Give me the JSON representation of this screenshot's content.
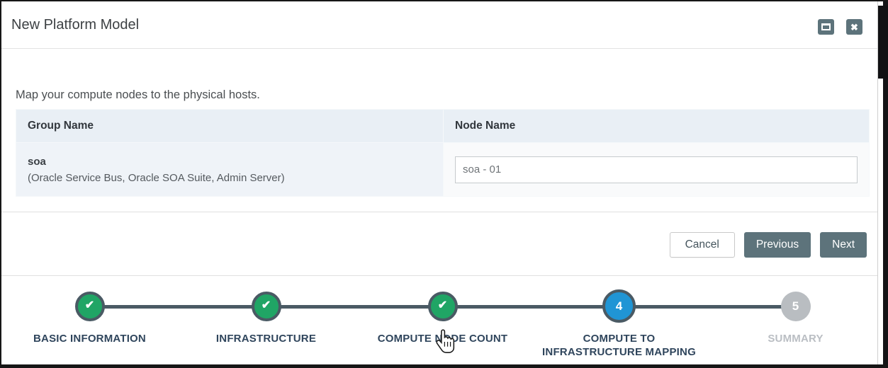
{
  "window": {
    "title": "New Platform Model",
    "restore_icon": "restore-window",
    "close_icon": "close-window",
    "close_glyph": "✖"
  },
  "content": {
    "instruction": "Map your compute nodes to the physical hosts.",
    "table": {
      "columns": [
        "Group Name",
        "Node Name"
      ],
      "rows": [
        {
          "group_name": "soa",
          "group_detail": "(Oracle Service Bus, Oracle SOA Suite, Admin Server)",
          "node_name_value": "soa - 01"
        }
      ]
    }
  },
  "footer": {
    "cancel_label": "Cancel",
    "previous_label": "Previous",
    "next_label": "Next"
  },
  "wizard": {
    "check_glyph": "✔",
    "steps": [
      {
        "label": "BASIC INFORMATION",
        "state": "completed"
      },
      {
        "label": "INFRASTRUCTURE",
        "state": "completed"
      },
      {
        "label": "COMPUTE NODE COUNT",
        "state": "completed"
      },
      {
        "label": "COMPUTE TO INFRASTRUCTURE MAPPING",
        "number": "4",
        "state": "active"
      },
      {
        "label": "SUMMARY",
        "number": "5",
        "state": "upcoming"
      }
    ]
  },
  "colors": {
    "accent_slate": "#5d737b",
    "step_ring": "#4a5a64",
    "step_done_green": "#20a565",
    "step_active_blue": "#2095d5",
    "step_upcoming_gray": "#b9bdc1",
    "table_header_bg": "#e9eff5",
    "table_row_bg": "#eff3f8",
    "label_navy": "#2f455c"
  }
}
